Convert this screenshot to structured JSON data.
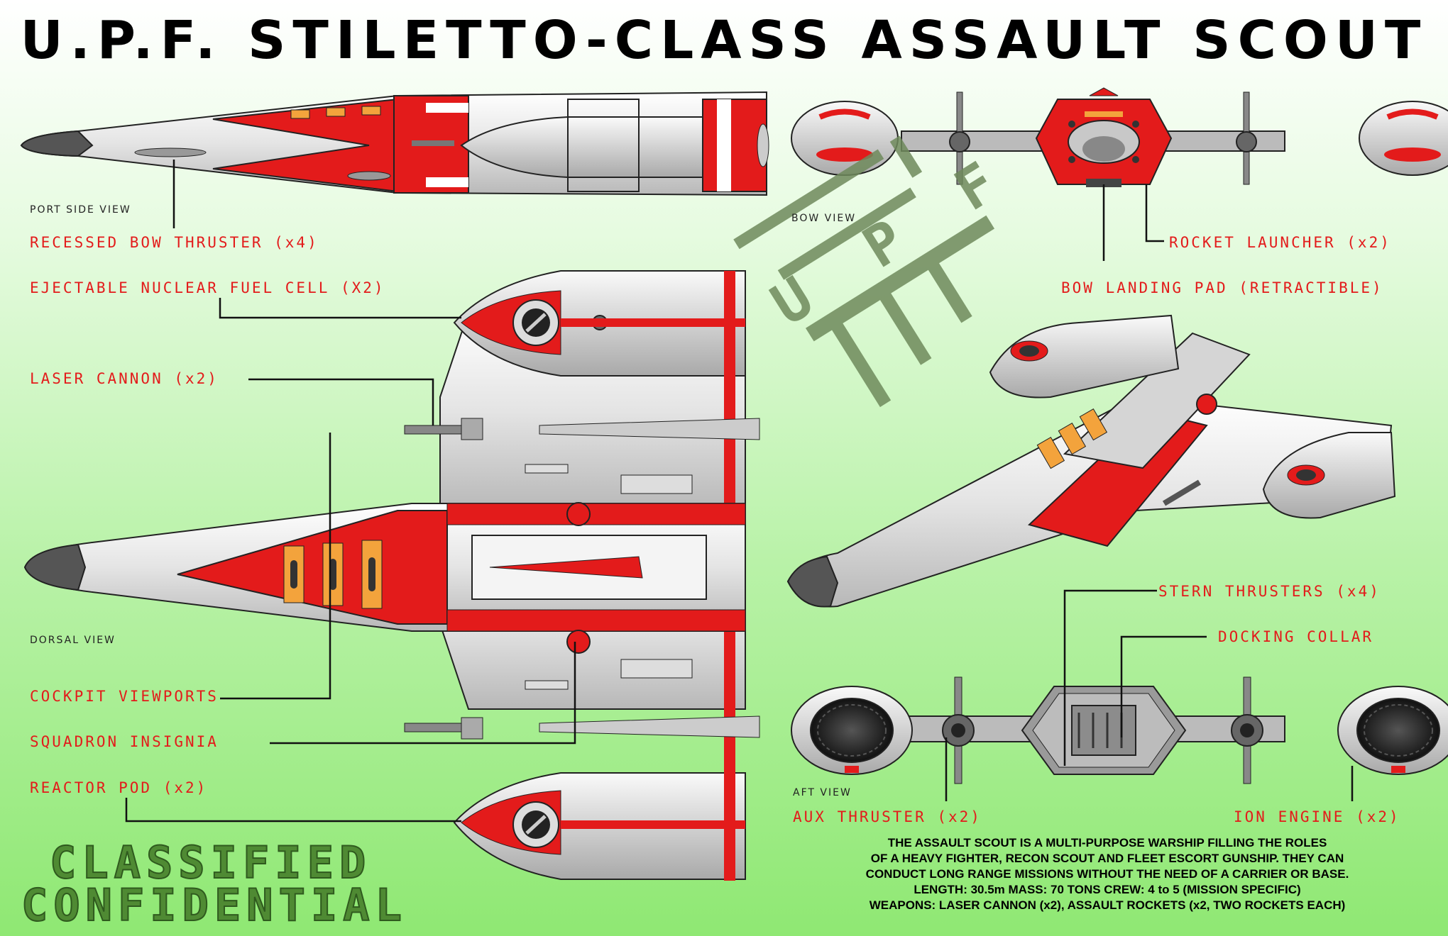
{
  "title": "U.P.F. STILETTO-CLASS ASSAULT SCOUT",
  "colors": {
    "accent": "#e31b1b",
    "hull": "#eeeeee",
    "stamp": "#4f8a33",
    "background": "#b9f2a8"
  },
  "views": {
    "port": "PORT SIDE VIEW",
    "bow": "BOW VIEW",
    "dorsal": "DORSAL VIEW",
    "aft": "AFT VIEW"
  },
  "callouts": {
    "recessed_bow_thruster": "RECESSED BOW THRUSTER (x4)",
    "ejectable_fuel_cell": "EJECTABLE NUCLEAR FUEL CELL (X2)",
    "laser_cannon": "LASER CANNON (x2)",
    "cockpit_viewports": "COCKPIT VIEWPORTS",
    "squadron_insignia": "SQUADRON INSIGNIA",
    "reactor_pod": "REACTOR POD (x2)",
    "rocket_launcher": "ROCKET LAUNCHER (x2)",
    "bow_landing_pad": "BOW LANDING PAD (RETRACTIBLE)",
    "stern_thrusters": "STERN THRUSTERS (x4)",
    "docking_collar": "DOCKING COLLAR",
    "aux_thruster": "AUX THRUSTER (x2)",
    "ion_engine": "ION ENGINE (x2)"
  },
  "watermark": "U P F",
  "stamp": {
    "line1": "CLASSIFIED",
    "line2": "CONFIDENTIAL"
  },
  "description": [
    "THE ASSAULT SCOUT IS A MULTI-PURPOSE WARSHIP FILLING THE ROLES",
    "OF A HEAVY FIGHTER, RECON SCOUT AND FLEET ESCORT GUNSHIP.  THEY CAN",
    "CONDUCT LONG RANGE MISSIONS WITHOUT THE NEED OF A CARRIER OR BASE.",
    "LENGTH: 30.5m  MASS: 70 TONS  CREW: 4 to 5 (MISSION SPECIFIC)",
    "WEAPONS: LASER CANNON (x2), ASSAULT ROCKETS (x2, TWO ROCKETS EACH)"
  ]
}
